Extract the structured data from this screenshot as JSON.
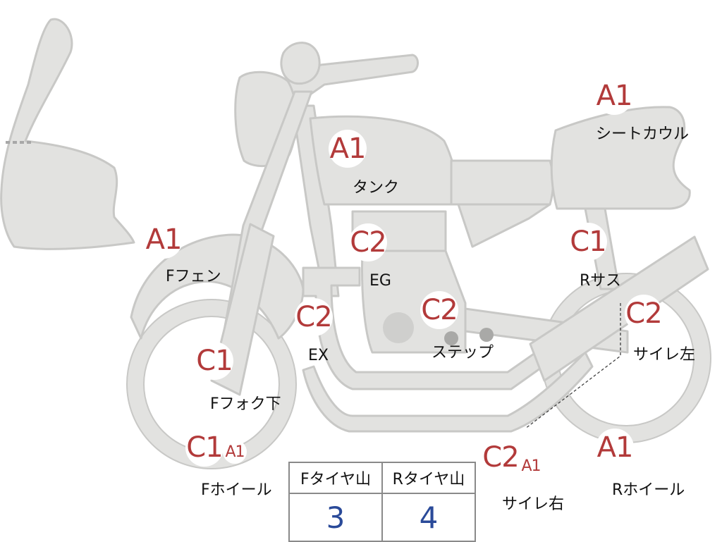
{
  "parts": {
    "tank": {
      "grade": "A1",
      "label": "タンク"
    },
    "seat_cowl": {
      "grade": "A1",
      "label": "シートカウル"
    },
    "front_fender": {
      "grade": "A1",
      "label": "Fフェン"
    },
    "engine": {
      "grade": "C2",
      "label": "EG"
    },
    "rear_suspension": {
      "grade": "C1",
      "label": "Rサス"
    },
    "exhaust": {
      "grade": "C2",
      "label": "EX"
    },
    "step": {
      "grade": "C2",
      "label": "ステップ"
    },
    "silencer_left": {
      "grade": "C2",
      "label": "サイレ左"
    },
    "front_fork_lower": {
      "grade": "C1",
      "label": "Fフォク下"
    },
    "front_wheel": {
      "grade": "C1",
      "grade2": "A1",
      "label": "Fホイール"
    },
    "silencer_right": {
      "grade": "C2",
      "grade2": "A1",
      "label": "サイレ右"
    },
    "rear_wheel": {
      "grade": "A1",
      "label": "Rホイール"
    }
  },
  "tire_table": {
    "headers": [
      "Fタイヤ山",
      "Rタイヤ山"
    ],
    "values": [
      "3",
      "4"
    ]
  },
  "colors": {
    "part_fill": "#e2e2e0",
    "part_stroke": "#c8c8c6",
    "grade_text": "#b23a3a",
    "tire_value_text": "#2a4a99"
  }
}
